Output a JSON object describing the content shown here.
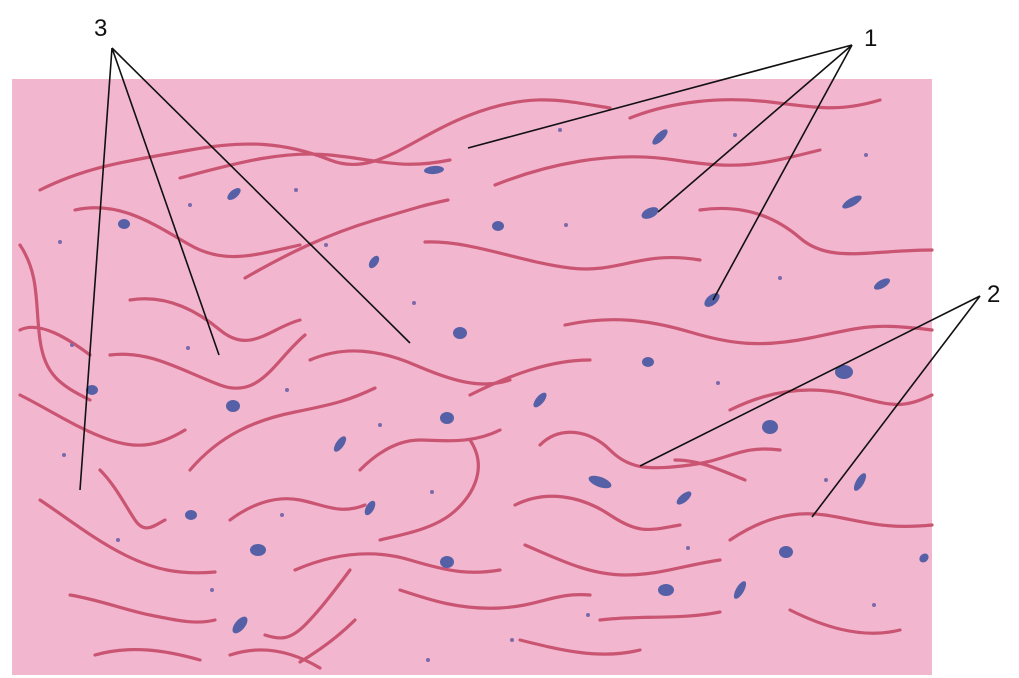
{
  "labels": {
    "one": "1",
    "two": "2",
    "three": "3"
  },
  "colors": {
    "tissue": "#f3b6cf",
    "fiber": "#c95572",
    "nucleus": "#5660a6",
    "leader": "#111111"
  }
}
